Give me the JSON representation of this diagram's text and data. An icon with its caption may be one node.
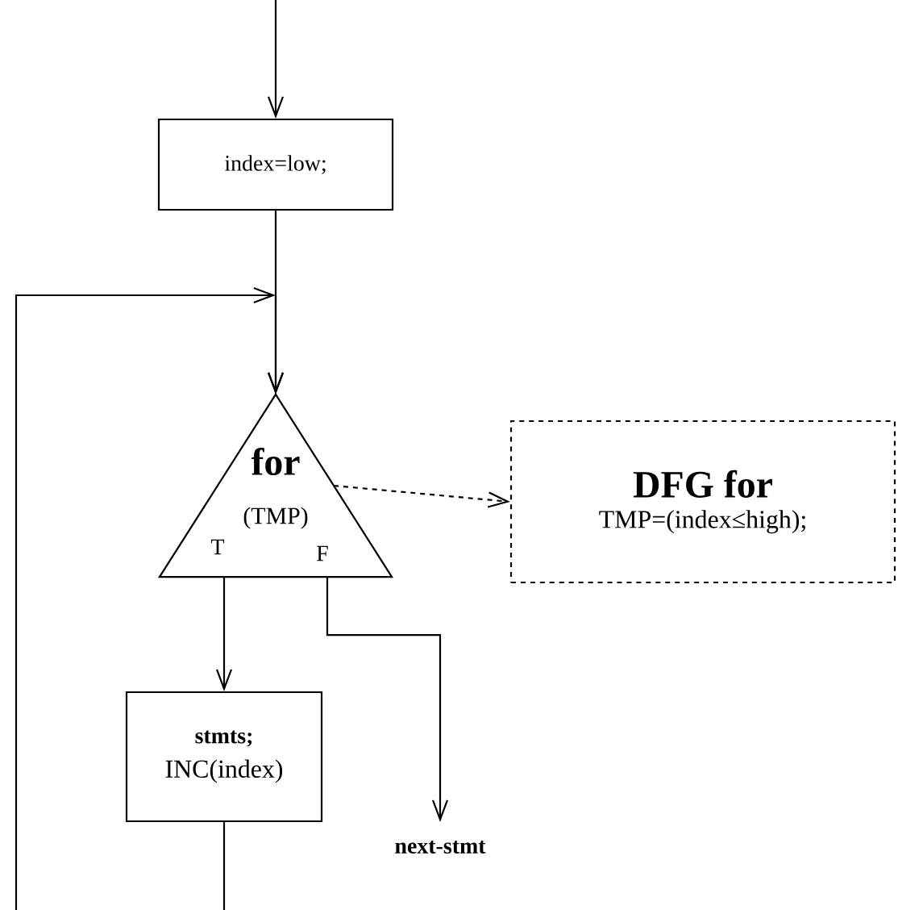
{
  "diagram": {
    "nodes": [
      {
        "text": [
          "index=low;"
        ]
      },
      {
        "text": [
          "for",
          "(TMP)",
          "T",
          "F"
        ]
      },
      {
        "text": [
          "DFG for",
          "TMP=(index≤high);"
        ]
      },
      {
        "text": [
          "stmts;",
          "INC(index)"
        ]
      },
      {
        "text": [
          "next-stmt"
        ]
      }
    ],
    "edges": [
      {
        "from": null,
        "to": 0,
        "arrow": "to"
      },
      {
        "from": 0,
        "to": 1,
        "arrow": "to"
      },
      {
        "from": 3,
        "to": null,
        "arrow": "none"
      },
      {
        "from": null,
        "to": 1,
        "arrow": "to"
      },
      {
        "from": 1,
        "to": 3,
        "arrow": "to"
      },
      {
        "from": 1,
        "to": 4,
        "arrow": "to"
      },
      {
        "from": 1,
        "to": 2,
        "arrow": "to",
        "style": "dashed"
      }
    ]
  }
}
